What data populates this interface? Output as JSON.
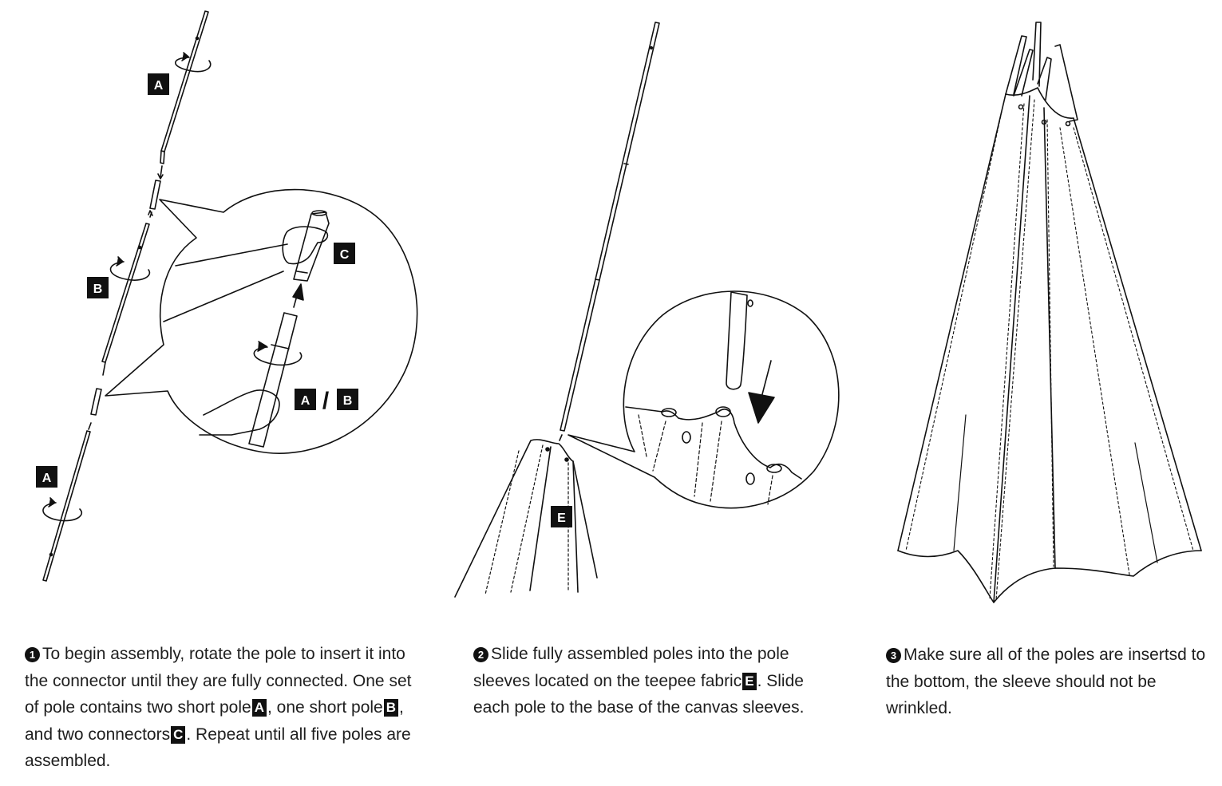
{
  "labels": {
    "a": "A",
    "b": "B",
    "c": "C",
    "e": "E",
    "slash": "/"
  },
  "steps": [
    {
      "number": "1",
      "parts": [
        "To begin assembly, rotate the pole to insert it into the connector until they are fully connected. One set of pole contains two short pole",
        ", one short pole",
        ", and two connectors",
        ". Repeat until all five poles are assembled."
      ]
    },
    {
      "number": "2",
      "parts": [
        "Slide fully assembled poles into the pole sleeves located on the teepee fabric",
        ". Slide each pole to the base of the canvas sleeves."
      ]
    },
    {
      "number": "3",
      "parts": [
        "Make sure all of the poles are insertsd to the bottom, the sleeve should not be wrinkled."
      ]
    }
  ]
}
